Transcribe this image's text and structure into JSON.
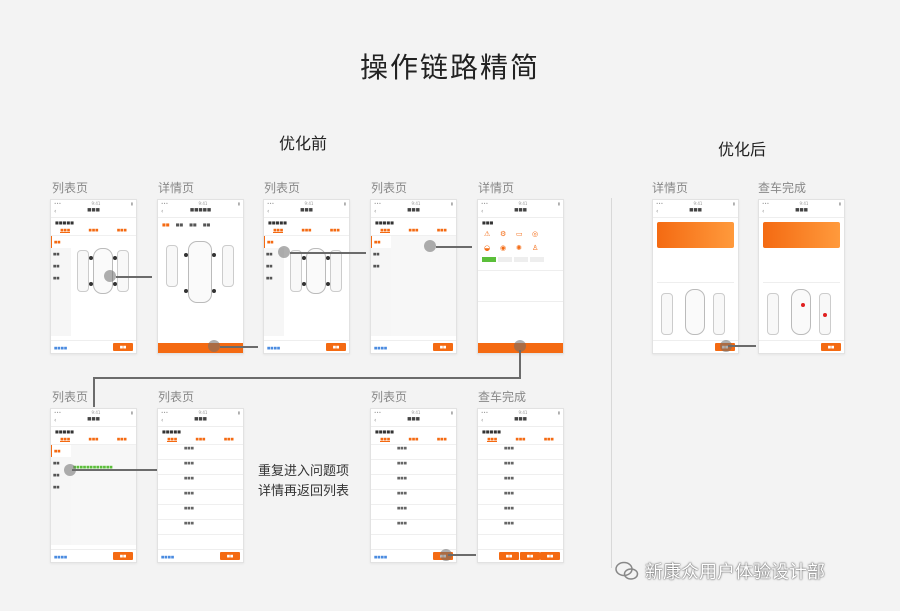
{
  "title": "操作链路精简",
  "before_title": "优化前",
  "after_title": "优化后",
  "labels": {
    "list": "列表页",
    "detail": "详情页",
    "done": "查车完成"
  },
  "repeat_note": [
    "重复进入问题项",
    "详情再返回列表"
  ],
  "watermark": "新康众用户体验设计部",
  "icons": {
    "watermark": "wechat-icon"
  },
  "accent_color": "#f46a12"
}
